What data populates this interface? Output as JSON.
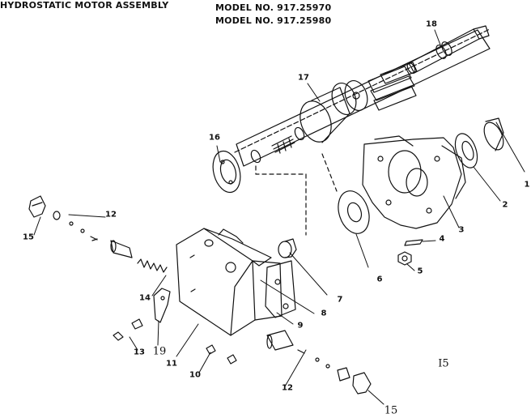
{
  "title": "HYDROSTATIC MOTOR ASSEMBLY",
  "models": [
    "MODEL NO. 917.25970",
    "MODEL NO. 917.25980"
  ],
  "callouts": [
    "1",
    "2",
    "3",
    "4",
    "5",
    "6",
    "7",
    "8",
    "9",
    "10",
    "11",
    "12",
    "12",
    "13",
    "14",
    "15",
    "15",
    "16",
    "17",
    "18",
    "19"
  ],
  "ref_code": "I5",
  "line_color": "#111111"
}
